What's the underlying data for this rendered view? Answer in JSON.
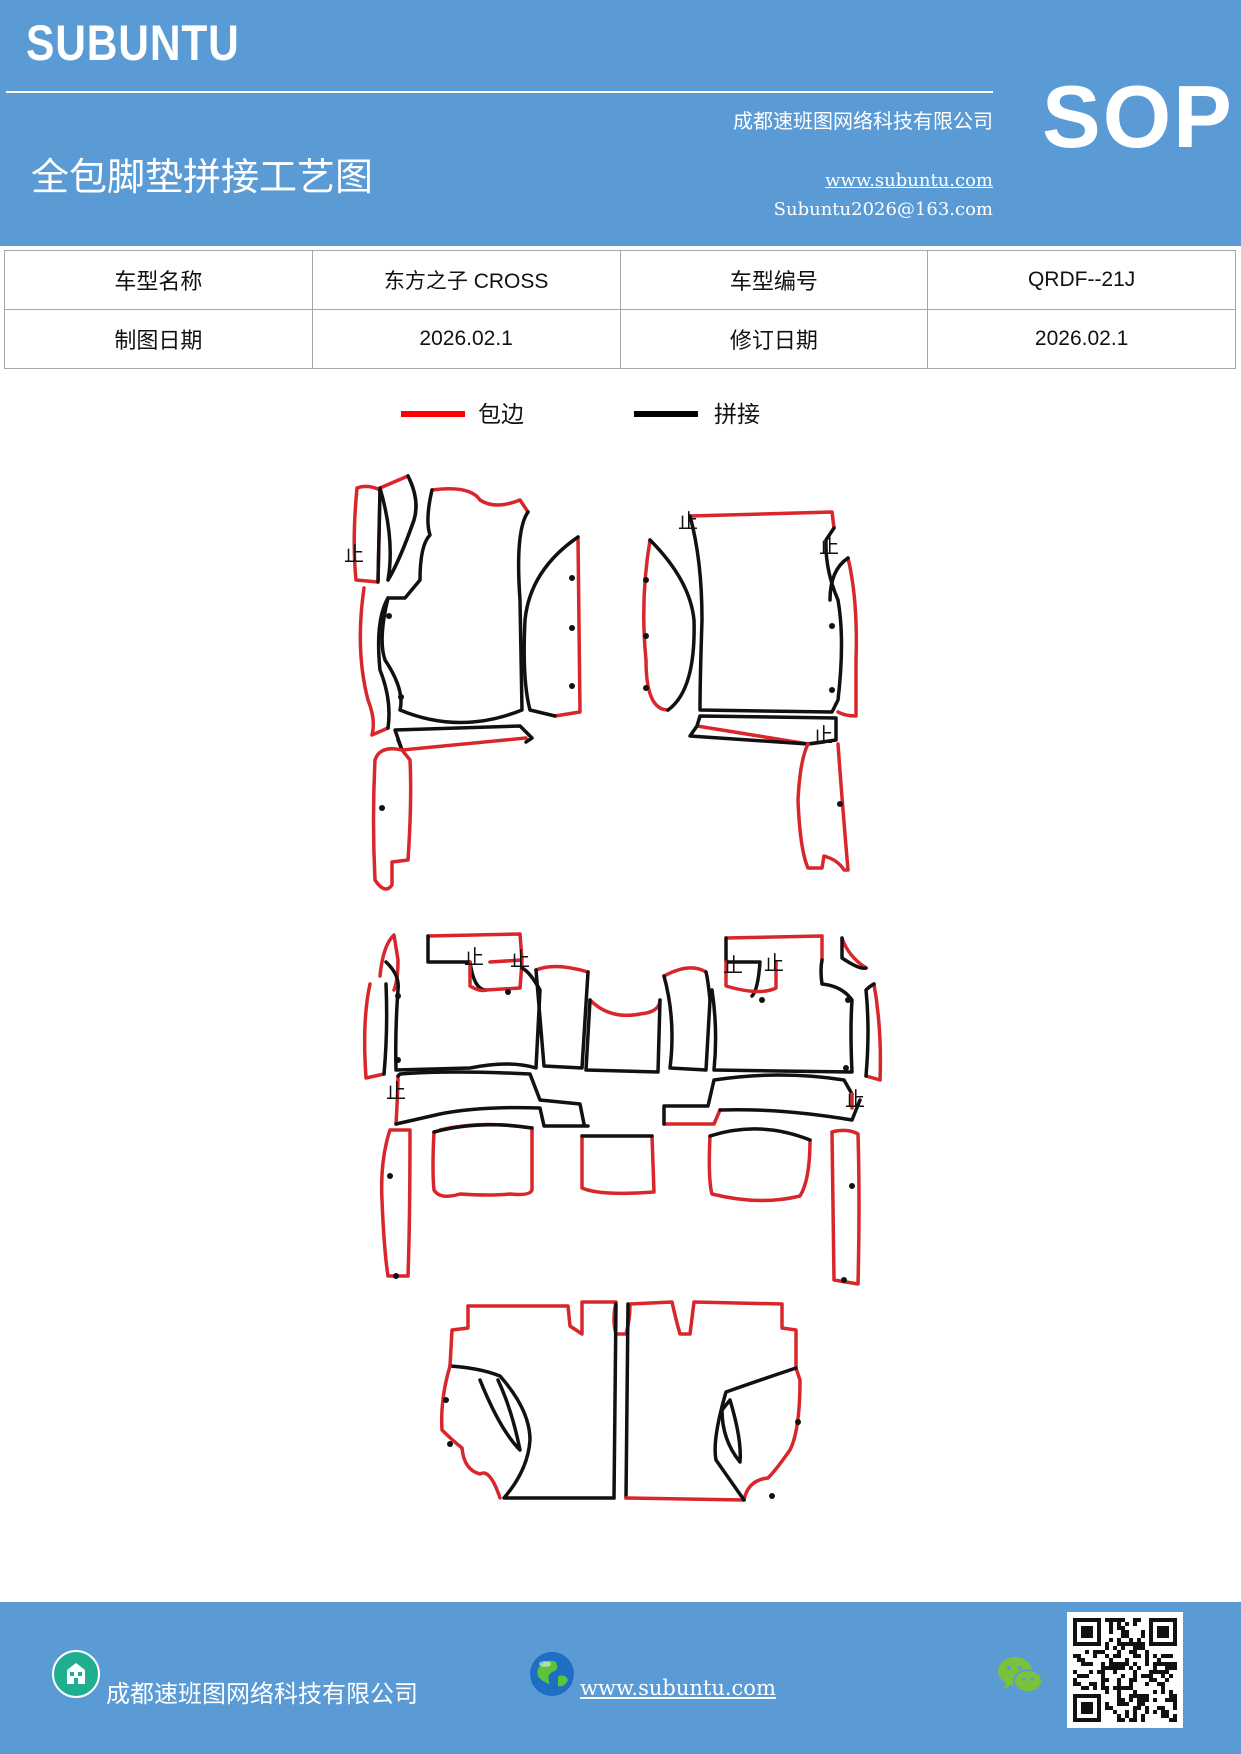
{
  "header": {
    "brand": "SUBUNTU",
    "company": "成都速班图网络科技有限公司",
    "title": "全包脚垫拼接工艺图",
    "website": "www.subuntu.com",
    "email": "Subuntu2026@163.com",
    "badge": "SOP"
  },
  "info_table": {
    "rows": [
      {
        "label1": "车型名称",
        "value1": "东方之子 CROSS",
        "label2": "车型编号",
        "value2": "QRDF--21J"
      },
      {
        "label1": "制图日期",
        "value1": "2026.02.1",
        "label2": "修订日期",
        "value2": "2026.02.1"
      }
    ]
  },
  "legend": {
    "items": [
      {
        "label": "包边",
        "color": "#ff0000"
      },
      {
        "label": "拼接",
        "color": "#000000"
      }
    ]
  },
  "drawing": {
    "stop_mark": "止",
    "edge_color": "#d9262b",
    "seam_color": "#111111"
  },
  "footer": {
    "company": "成都速班图网络科技有限公司",
    "website": "www.subuntu.com",
    "icons": [
      "building-icon",
      "globe-icon",
      "wechat-icon",
      "qr-code"
    ]
  }
}
